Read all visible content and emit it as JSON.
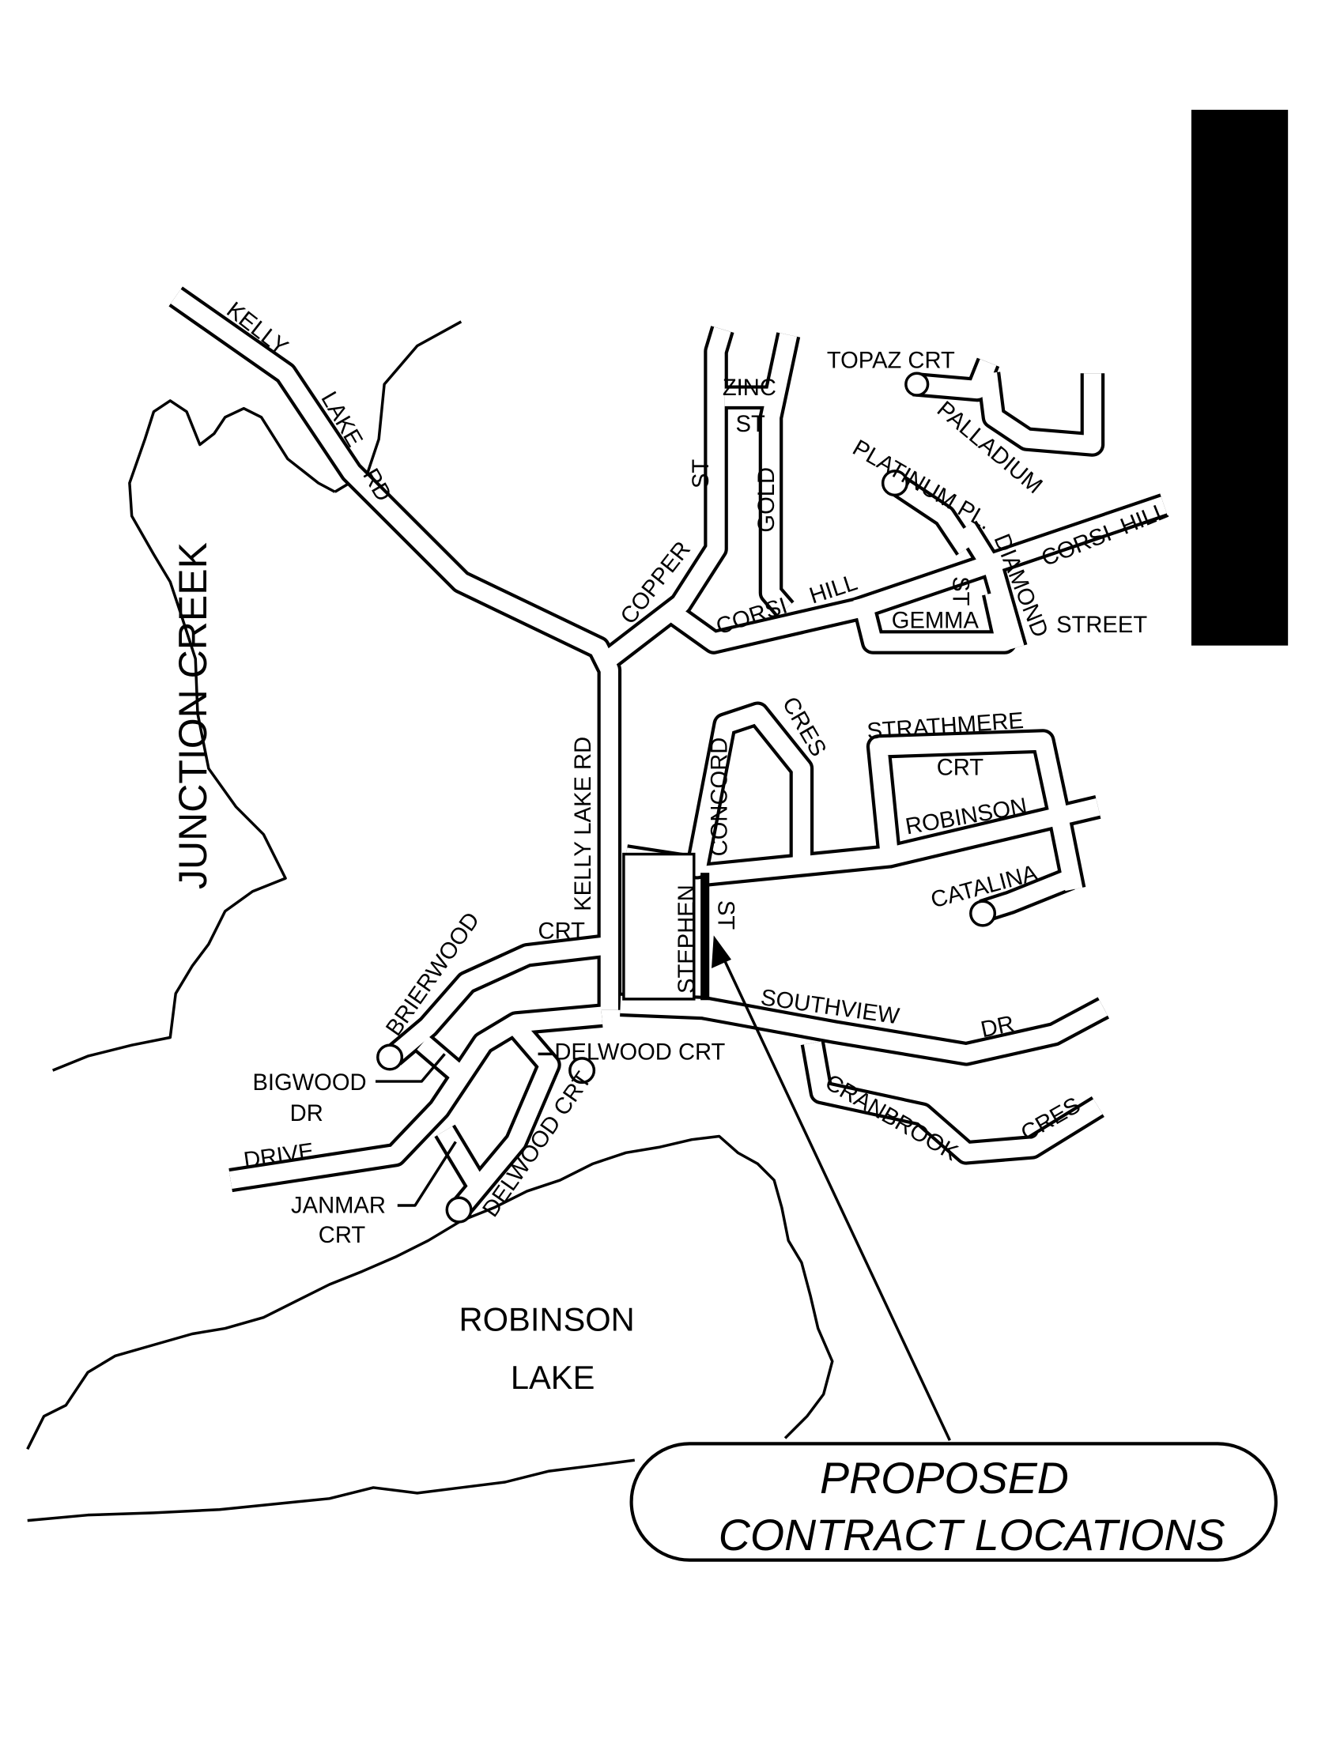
{
  "map": {
    "water": {
      "creek": "JUNCTION CREEK",
      "lake_line1": "ROBINSON",
      "lake_line2": "LAKE"
    },
    "streets": {
      "kelly": "KELLY",
      "lake": "LAKE",
      "rd": "RD",
      "kelly_lake_rd": "KELLY LAKE RD",
      "copper": "COPPER",
      "copper_st": "ST",
      "zinc": "ZINC",
      "zinc_st": "ST",
      "gold": "GOLD",
      "topaz": "TOPAZ CRT",
      "palladium": "PALLADIUM",
      "platinum": "PLATINUM PL.",
      "corsi": "CORSI",
      "hill": "HILL",
      "corsi2": "CORSI",
      "hill2": "HILL",
      "gemma": "GEMMA",
      "gemma_st": "ST",
      "diamond": "DIAMOND",
      "street": "STREET",
      "concord": "CONCORD",
      "cres": "CRES",
      "strathmere": "STRATHMERE",
      "strathmere_crt": "CRT",
      "robinson": "ROBINSON",
      "catalina": "CATALINA",
      "stephen": "STEPHEN",
      "stephen_st": "ST",
      "southview": "SOUTHVIEW",
      "southview_dr": "DR",
      "brierwood": "BRIERWOOD",
      "brierwood_crt": "CRT",
      "bigwood": "BIGWOOD",
      "bigwood_dr": "DR",
      "drive": "DRIVE",
      "delwood_crt": "DELWOOD  CRT",
      "delwood_crt2": "DELWOOD CRT",
      "janmar": "JANMAR",
      "janmar_crt": "CRT",
      "cranbrook": "CRANBROOK",
      "cranbrook_cres": "CRES"
    },
    "callout": {
      "line1": "PROPOSED",
      "line2": "CONTRACT LOCATIONS"
    },
    "colors": {
      "ink": "#000000",
      "paper": "#ffffff"
    }
  }
}
